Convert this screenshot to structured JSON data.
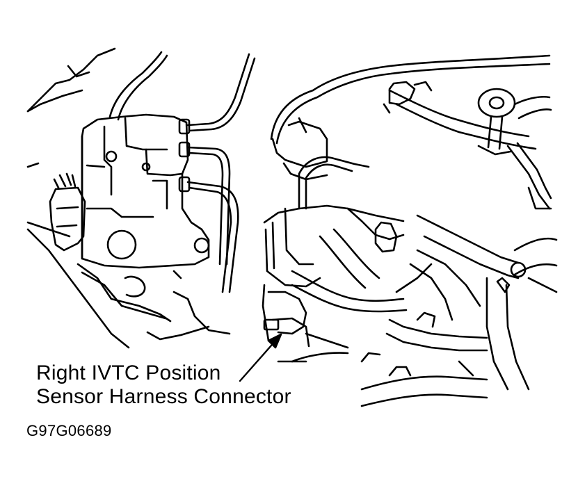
{
  "callout": {
    "line1": "Right IVTC Position",
    "line2": "Sensor Harness Connector"
  },
  "figure_id": "G97G06689",
  "colors": {
    "ink": "#000000",
    "background": "#ffffff"
  }
}
